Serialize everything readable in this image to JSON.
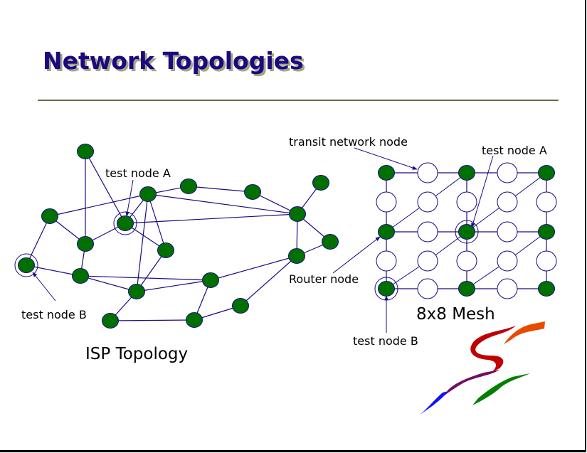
{
  "slide": {
    "title": "Network Topologies"
  },
  "colors": {
    "title": "#1a0a80",
    "title_shadow": "#a8a48a",
    "rule": "#6b6b48",
    "edge": "#1a0a80",
    "router_node_fill": "#007000",
    "transit_node_fill": "#ffffff"
  },
  "isp_topology": {
    "caption": "ISP Topology",
    "labels": {
      "test_node_a": "test node A",
      "test_node_b": "test node B"
    },
    "nodes": [
      {
        "id": "n1"
      },
      {
        "id": "n2"
      },
      {
        "id": "n3"
      },
      {
        "id": "n4"
      },
      {
        "id": "n5"
      },
      {
        "id": "n6"
      },
      {
        "id": "n7"
      },
      {
        "id": "n8"
      },
      {
        "id": "n9"
      },
      {
        "id": "n10",
        "role": "test node A"
      },
      {
        "id": "n11"
      },
      {
        "id": "n12"
      },
      {
        "id": "n13",
        "role": "test node B"
      },
      {
        "id": "n14"
      },
      {
        "id": "n15"
      },
      {
        "id": "n16"
      },
      {
        "id": "n17"
      },
      {
        "id": "n18"
      },
      {
        "id": "n19"
      }
    ],
    "edges": [
      [
        "n1",
        "n11"
      ],
      [
        "n1",
        "n10"
      ],
      [
        "n9",
        "n2"
      ],
      [
        "n9",
        "n11"
      ],
      [
        "n9",
        "n13"
      ],
      [
        "n2",
        "n3"
      ],
      [
        "n2",
        "n6"
      ],
      [
        "n2",
        "n10"
      ],
      [
        "n2",
        "n12"
      ],
      [
        "n2",
        "n15"
      ],
      [
        "n3",
        "n4"
      ],
      [
        "n4",
        "n6"
      ],
      [
        "n10",
        "n6"
      ],
      [
        "n10",
        "n11"
      ],
      [
        "n10",
        "n12"
      ],
      [
        "n5",
        "n6"
      ],
      [
        "n6",
        "n8"
      ],
      [
        "n6",
        "n7"
      ],
      [
        "n7",
        "n8"
      ],
      [
        "n8",
        "n16"
      ],
      [
        "n8",
        "n17"
      ],
      [
        "n12",
        "n15"
      ],
      [
        "n11",
        "n14"
      ],
      [
        "n13",
        "n14"
      ],
      [
        "n14",
        "n16"
      ],
      [
        "n14",
        "n15"
      ],
      [
        "n15",
        "n16"
      ],
      [
        "n16",
        "n18"
      ],
      [
        "n18",
        "n17"
      ],
      [
        "n19",
        "n18"
      ],
      [
        "n19",
        "n15"
      ]
    ]
  },
  "mesh": {
    "caption": "8x8 Mesh",
    "rows": 5,
    "cols": 5,
    "labels": {
      "transit_network_node": "transit network node",
      "test_node_a": "test node A",
      "router_node": "Router node",
      "test_node_b": "test node B"
    },
    "router_positions": [
      [
        0,
        0
      ],
      [
        0,
        2
      ],
      [
        0,
        4
      ],
      [
        2,
        0
      ],
      [
        2,
        2
      ],
      [
        2,
        4
      ],
      [
        4,
        0
      ],
      [
        4,
        2
      ],
      [
        4,
        4
      ]
    ],
    "test_node_a": [
      2,
      2
    ],
    "test_node_b": [
      4,
      0
    ],
    "diagonals": [
      [
        [
          1,
          1
        ],
        [
          0,
          2
        ]
      ],
      [
        [
          2,
          0
        ],
        [
          1,
          1
        ]
      ],
      [
        [
          1,
          3
        ],
        [
          0,
          4
        ]
      ],
      [
        [
          2,
          2
        ],
        [
          1,
          3
        ]
      ],
      [
        [
          3,
          1
        ],
        [
          2,
          2
        ]
      ],
      [
        [
          4,
          0
        ],
        [
          3,
          1
        ]
      ],
      [
        [
          3,
          3
        ],
        [
          2,
          4
        ]
      ],
      [
        [
          4,
          2
        ],
        [
          3,
          3
        ]
      ]
    ]
  }
}
